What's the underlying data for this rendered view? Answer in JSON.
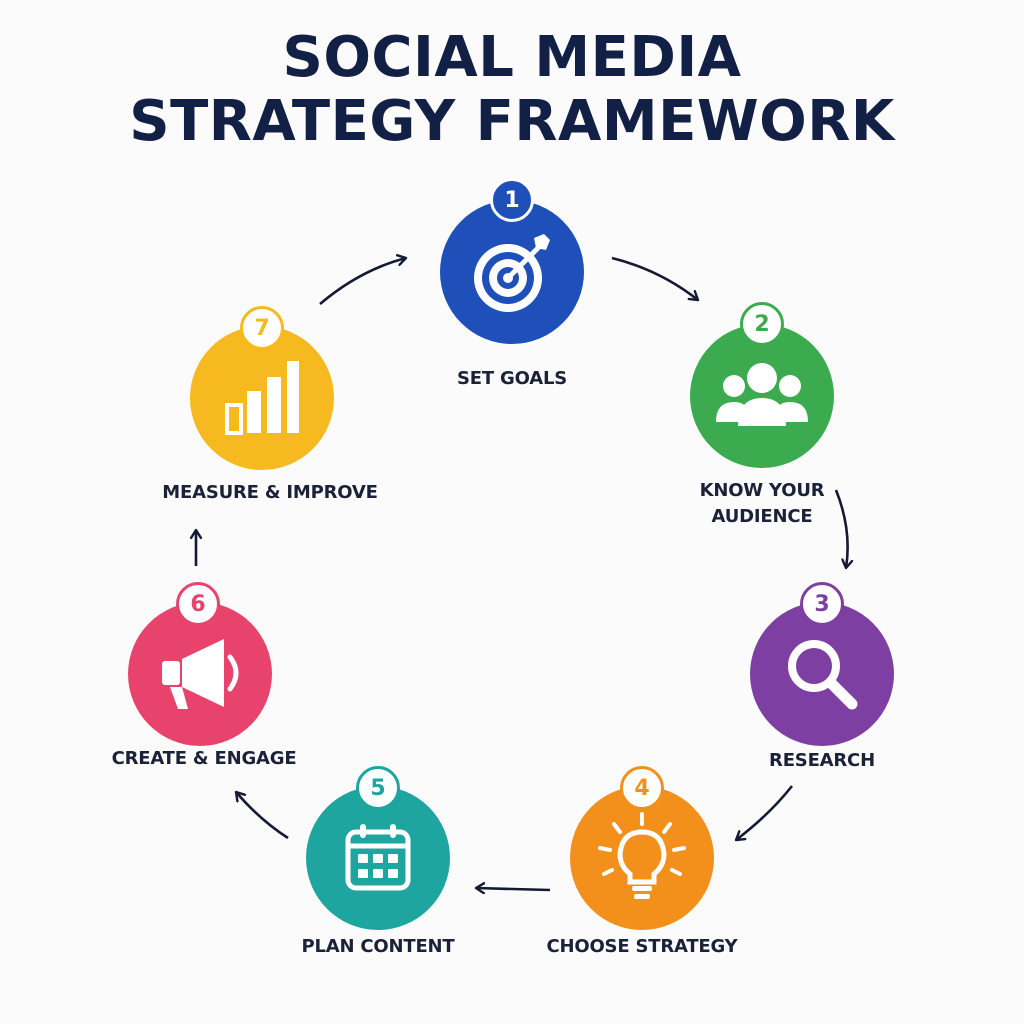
{
  "title": {
    "line1": "SOCIAL MEDIA",
    "line2": "STRATEGY FRAMEWORK"
  },
  "steps": [
    {
      "number": "1",
      "label": "SET GOALS",
      "color": "#1f4fb8",
      "icon": "target-icon"
    },
    {
      "number": "2",
      "label_line1": "KNOW YOUR",
      "label_line2": "AUDIENCE",
      "color": "#3cab4f",
      "icon": "audience-icon"
    },
    {
      "number": "3",
      "label": "RESEARCH",
      "color": "#7d3fa1",
      "icon": "search-icon"
    },
    {
      "number": "4",
      "label": "CHOOSE STRATEGY",
      "color": "#f3901c",
      "icon": "lightbulb-icon"
    },
    {
      "number": "5",
      "label": "PLAN CONTENT",
      "color": "#1fa5a0",
      "icon": "calendar-icon"
    },
    {
      "number": "6",
      "label": "CREATE & ENGAGE",
      "color": "#e8436c",
      "icon": "megaphone-icon"
    },
    {
      "number": "7",
      "label": "MEASURE & IMPROVE",
      "color": "#f6b91f",
      "icon": "bar-chart-icon"
    }
  ]
}
